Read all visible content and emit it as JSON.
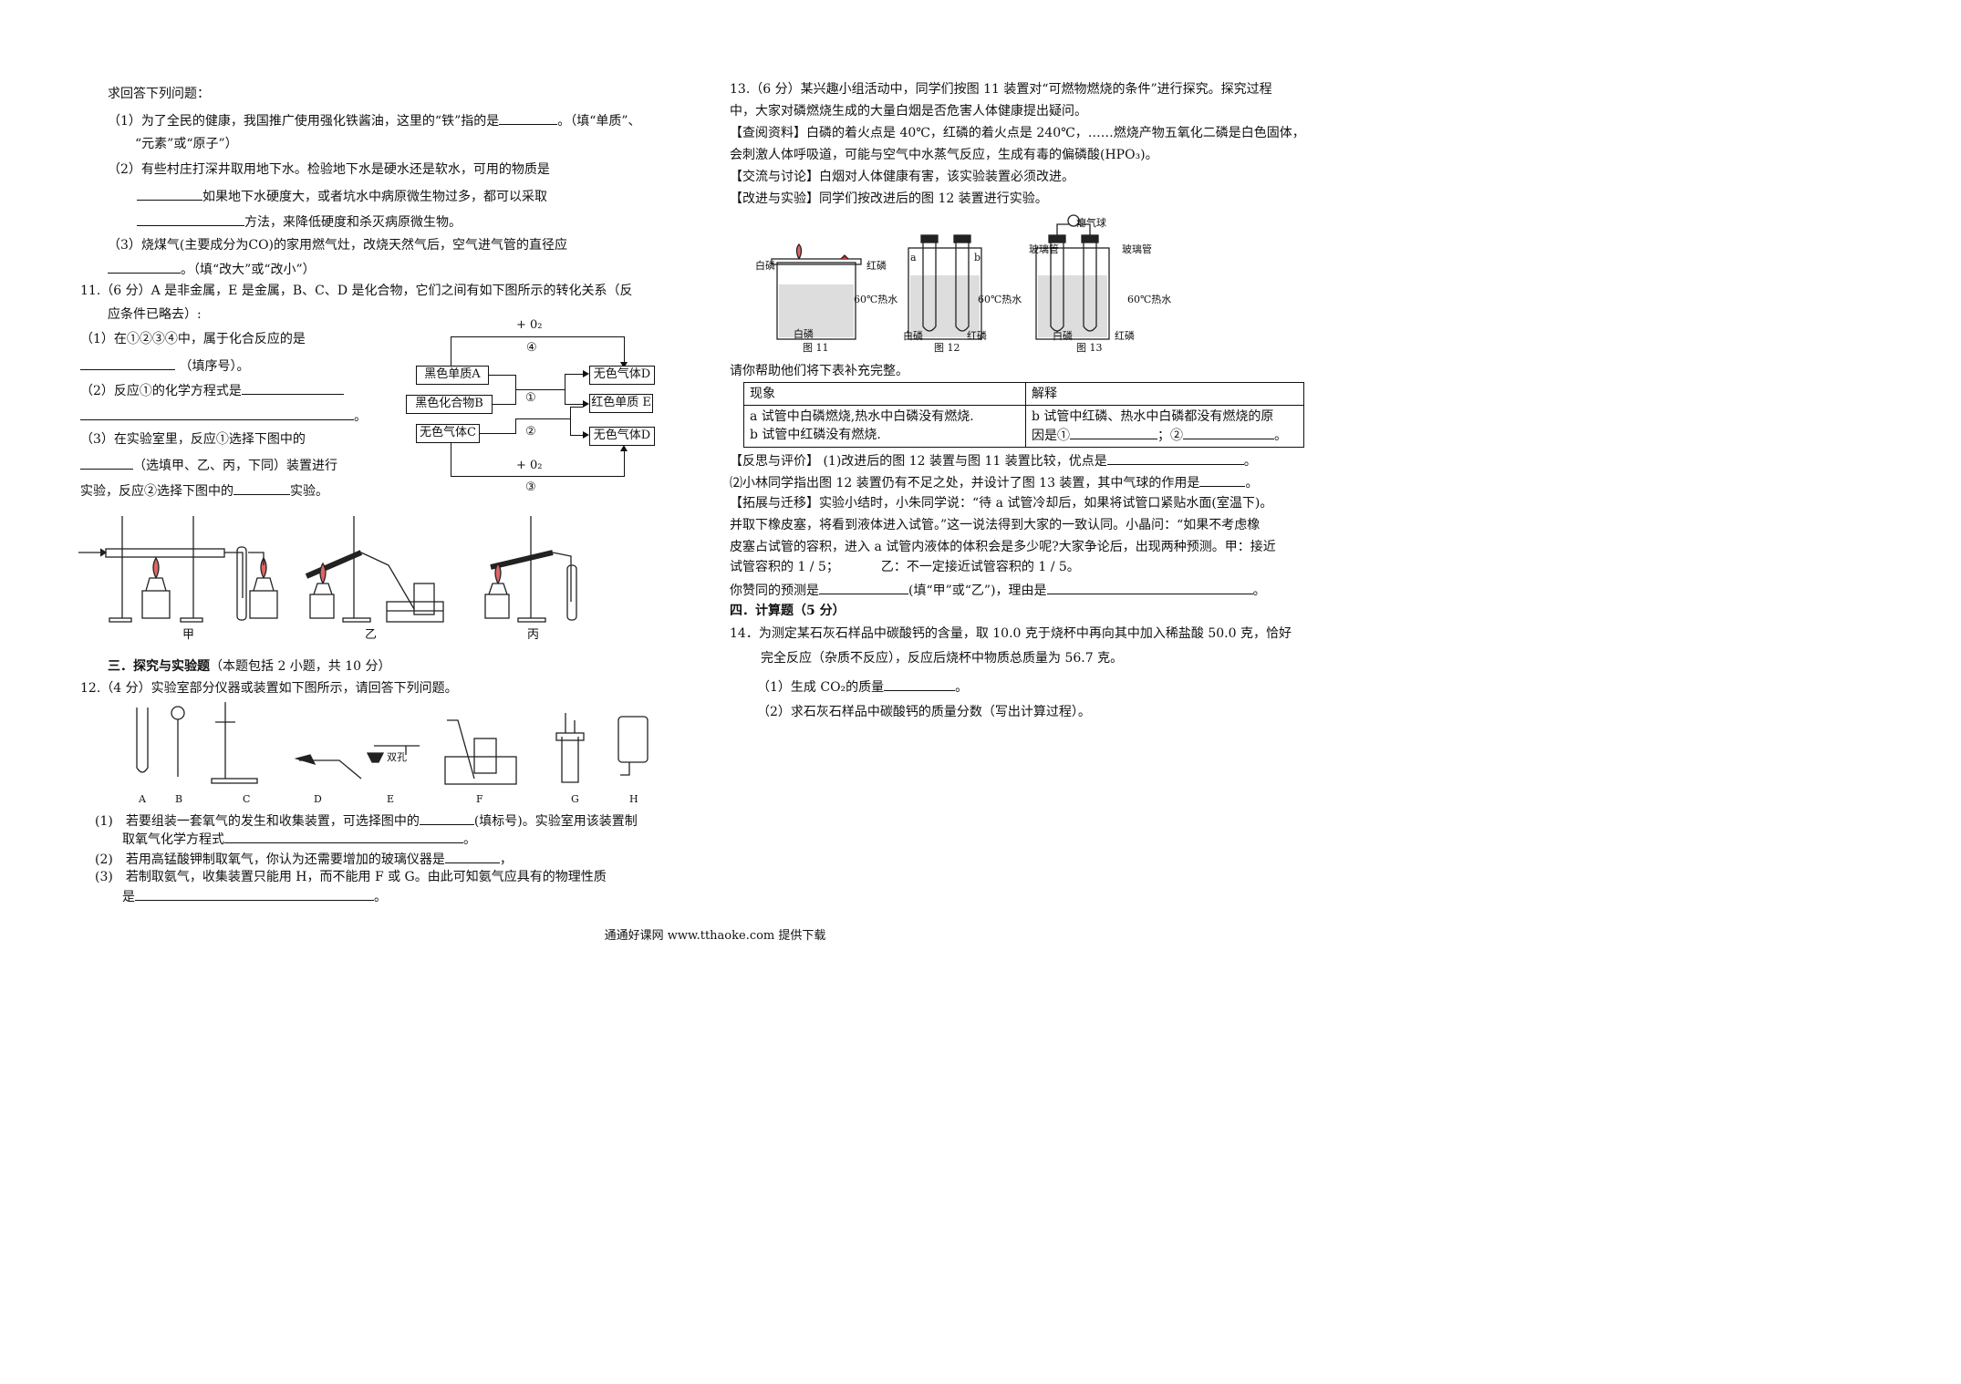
{
  "left": {
    "intro": "求回答下列问题：",
    "q10_1a": "（1）为了全民的健康，我国推广使用强化铁酱油，这里的“铁”指的是",
    "q10_1b": "。（填“单质”、",
    "q10_1c": "“元素”或“原子”）",
    "q10_2a": "（2）有些村庄打深井取用地下水。检验地下水是硬水还是软水，可用的物质是",
    "q10_2b": "如果地下水硬度大，或者坑水中病原微生物过多，都可以采取",
    "q10_2c": "方法，来降低硬度和杀灭病原微生物。",
    "q10_3a": "（3）烧煤气(主要成分为CO)的家用燃气灶，改烧天然气后，空气进气管的直径应",
    "q10_3b": "。（填“改大”或“改小”）",
    "q11_a": "11.（6 分）A 是非金属，E 是金属，B、C、D 是化合物，它们之间有如下图所示的转化关系（反",
    "q11_b": "应条件已略去）:",
    "q11_1a": "（1）在①②③④中，属于化合反应的是",
    "q11_1b": "（填序号）。",
    "q11_2a": "（2）反应①的化学方程式是",
    "q11_2b": "。",
    "q11_3a": "（3）在实验室里，反应①选择下图中的",
    "q11_3b": "（选填甲、乙、丙，下同）装置进行",
    "q11_3c": "实验，反应②选择下图中的",
    "q11_3d": "实验。",
    "diagram": {
      "box_a": "黑色单质A",
      "box_b": "黑色化合物B",
      "box_c": "无色气体C",
      "box_d1": "无色气体D",
      "box_e": "红色单质 E",
      "box_d2": "无色气体D",
      "top_label": "+ 0₂",
      "bot_label": "+ 0₂",
      "n4": "④",
      "n1": "①",
      "n2": "②",
      "n3": "③"
    },
    "app_labels": [
      "甲",
      "乙",
      "丙"
    ],
    "sec3": "三．探究与实验题",
    "sec3_note": "（本题包括 2 小题，共 10 分）",
    "q12": "12.（4 分）实验室部分仪器或装置如下图所示，请回答下列问题。",
    "letters": [
      "A",
      "B",
      "C",
      "D",
      "E",
      "F",
      "G",
      "H"
    ],
    "e_label": "双孔",
    "q12_1a": "(1)　若要组装一套氧气的发生和收集装置，可选择图中的",
    "q12_1b": "(填标号)。实验室用该装置制",
    "q12_1c": "取氧气化学方程式",
    "q12_1d": "。",
    "q12_2a": "(2)　若用高锰酸钾制取氧气，你认为还需要增加的玻璃仪器是",
    "q12_2b": "，",
    "q12_3a": "(3)　若制取氨气，收集装置只能用 H，而不能用 F 或 G。由此可知氨气应具有的物理性质",
    "q12_3b": "是",
    "q12_3c": "。"
  },
  "right": {
    "q13_a": "13.（6 分）某兴趣小组活动中，同学们按图 11 装置对“可燃物燃烧的条件”进行探究。探究过程",
    "q13_b": "中，大家对磷燃烧生成的大量白烟是否危害人体健康提出疑问。",
    "q13_c": "【查阅资料】白磷的着火点是 40℃，红磷的着火点是 240℃，……燃烧产物五氧化二磷是白色固体，",
    "q13_d": "会刺激人体呼吸道，可能与空气中水蒸气反应，生成有毒的偏磷酸(HPO₃)。",
    "q13_e": "【交流与讨论】白烟对人体健康有害，该实验装置必须改进。",
    "q13_f": "【改进与实验】同学们按改进后的图 12 装置进行实验。",
    "fig": {
      "baiping": "白磷",
      "hongping": "红磷",
      "water": "60℃热水",
      "a": "a",
      "b": "b",
      "qiqiu": "瘪气球",
      "boliguan": "玻璃管",
      "fig11": "图 11",
      "fig12": "图 12",
      "fig13": "图 13"
    },
    "q13_g": "请你帮助他们将下表补充完整。",
    "table": {
      "h1": "现象",
      "h2": "解释",
      "c1a": "a 试管中白磷燃烧,热水中白磷没有燃烧.",
      "c1b": "b 试管中红磷没有燃烧.",
      "c2a": "b 试管中红磷、热水中白磷都没有燃烧的原",
      "c2b": "因是①",
      "c2c": "；②",
      "c2d": "。"
    },
    "q13_h1": "【反思与评价】 (1)改进后的图 12 装置与图 11 装置比较，优点是",
    "q13_h2": "。",
    "q13_i1": "⑵小林同学指出图 12 装置仍有不足之处，并设计了图 13 装置，其中气球的作用是",
    "q13_i2": "。",
    "q13_j": "【拓展与迁移】实验小结时，小朱同学说：“待 a 试管冷却后，如果将试管口紧贴水面(室温下)。",
    "q13_k": "并取下橡皮塞，将看到液体进入试管。”这一说法得到大家的一致认同。小晶问：“如果不考虑橡",
    "q13_l": "皮塞占试管的容积，进入 a 试管内液体的体积会是多少呢?大家争论后，出现两种预测。甲：接近",
    "q13_m1": "试管容积的 1 / 5；",
    "q13_m2": "乙：不一定接近试管容积的 1 / 5。",
    "q13_n1": "你赞同的预测是",
    "q13_n2": "(填“甲”或“乙”)，理由是",
    "q13_n3": "。",
    "sec4": "四．计算题（5 分）",
    "q14_a": "14．为测定某石灰石样品中碳酸钙的含量，取 10.0 克于烧杯中再向其中加入稀盐酸 50.0 克，恰好",
    "q14_b": "完全反应（杂质不反应），反应后烧杯中物质总质量为 56.7 克。",
    "q14_1a": "（1）生成 CO₂的质量",
    "q14_1b": "。",
    "q14_2": "（2）求石灰石样品中碳酸钙的质量分数（写出计算过程）。"
  },
  "footer": "通通好课网  www.tthaoke.com  提供下载"
}
